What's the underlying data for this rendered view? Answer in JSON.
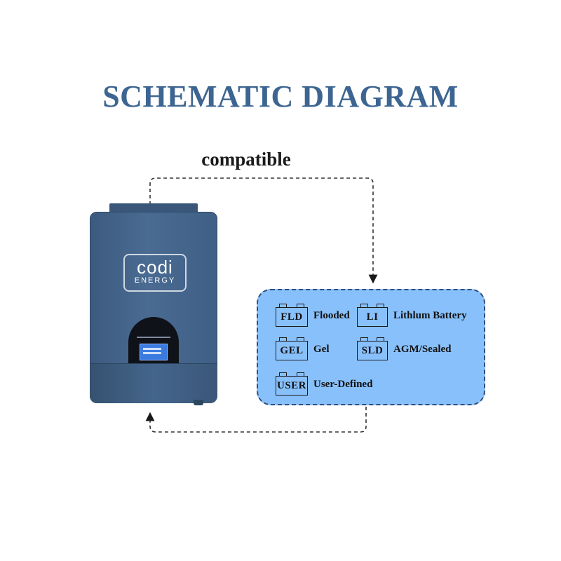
{
  "title": "SCHEMATIC DIAGRAM",
  "compatible_label": "compatible",
  "inverter": {
    "brand_main": "codi",
    "brand_sub": "ENERGY"
  },
  "batteries": [
    {
      "code": "FLD",
      "label": "Flooded"
    },
    {
      "code": "LI",
      "label": "Lithlum Battery"
    },
    {
      "code": "GEL",
      "label": "Gel"
    },
    {
      "code": "SLD",
      "label": "AGM/Sealed"
    },
    {
      "code": "USER",
      "label": "User-Defined"
    }
  ],
  "colors": {
    "title": "#3d6591",
    "inverter_body": "#44658b",
    "battery_box_fill": "#88c0fb",
    "battery_box_border": "#2f4f7a"
  }
}
